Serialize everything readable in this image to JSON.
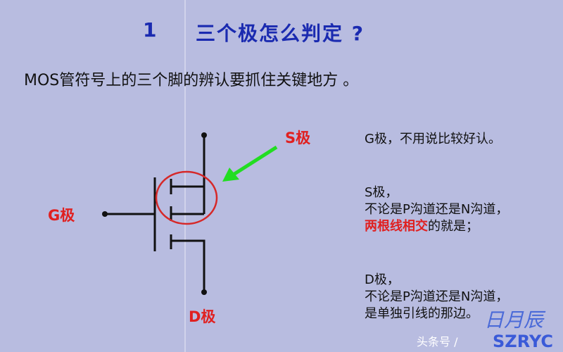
{
  "title": {
    "number": "1",
    "text": "三个极怎么判定 ?"
  },
  "intro": "MOS管符号上的三个脚的辨认要抓住关键地方 。",
  "diagram": {
    "labels": {
      "g": "G极",
      "s": "S极",
      "d": "D极"
    },
    "colors": {
      "line": "#111111",
      "circle": "#d62828",
      "arrow": "#22dd22",
      "label": "#e02020",
      "title": "#1a2ab0"
    }
  },
  "descriptions": {
    "g": {
      "line1": "G极，不用说比较好认。"
    },
    "s": {
      "line1": "S极，",
      "line2": "不论是P沟道还是N沟道，",
      "line3_highlight": "两根线相交",
      "line3_rest": "的就是；"
    },
    "d": {
      "line1": "D极，",
      "line2": "不论是P沟道还是N沟道，",
      "line3": "是单独引线的那边。"
    }
  },
  "watermark": {
    "logo": "日月辰",
    "brand": "SZRYC",
    "source": "头条号 /"
  }
}
